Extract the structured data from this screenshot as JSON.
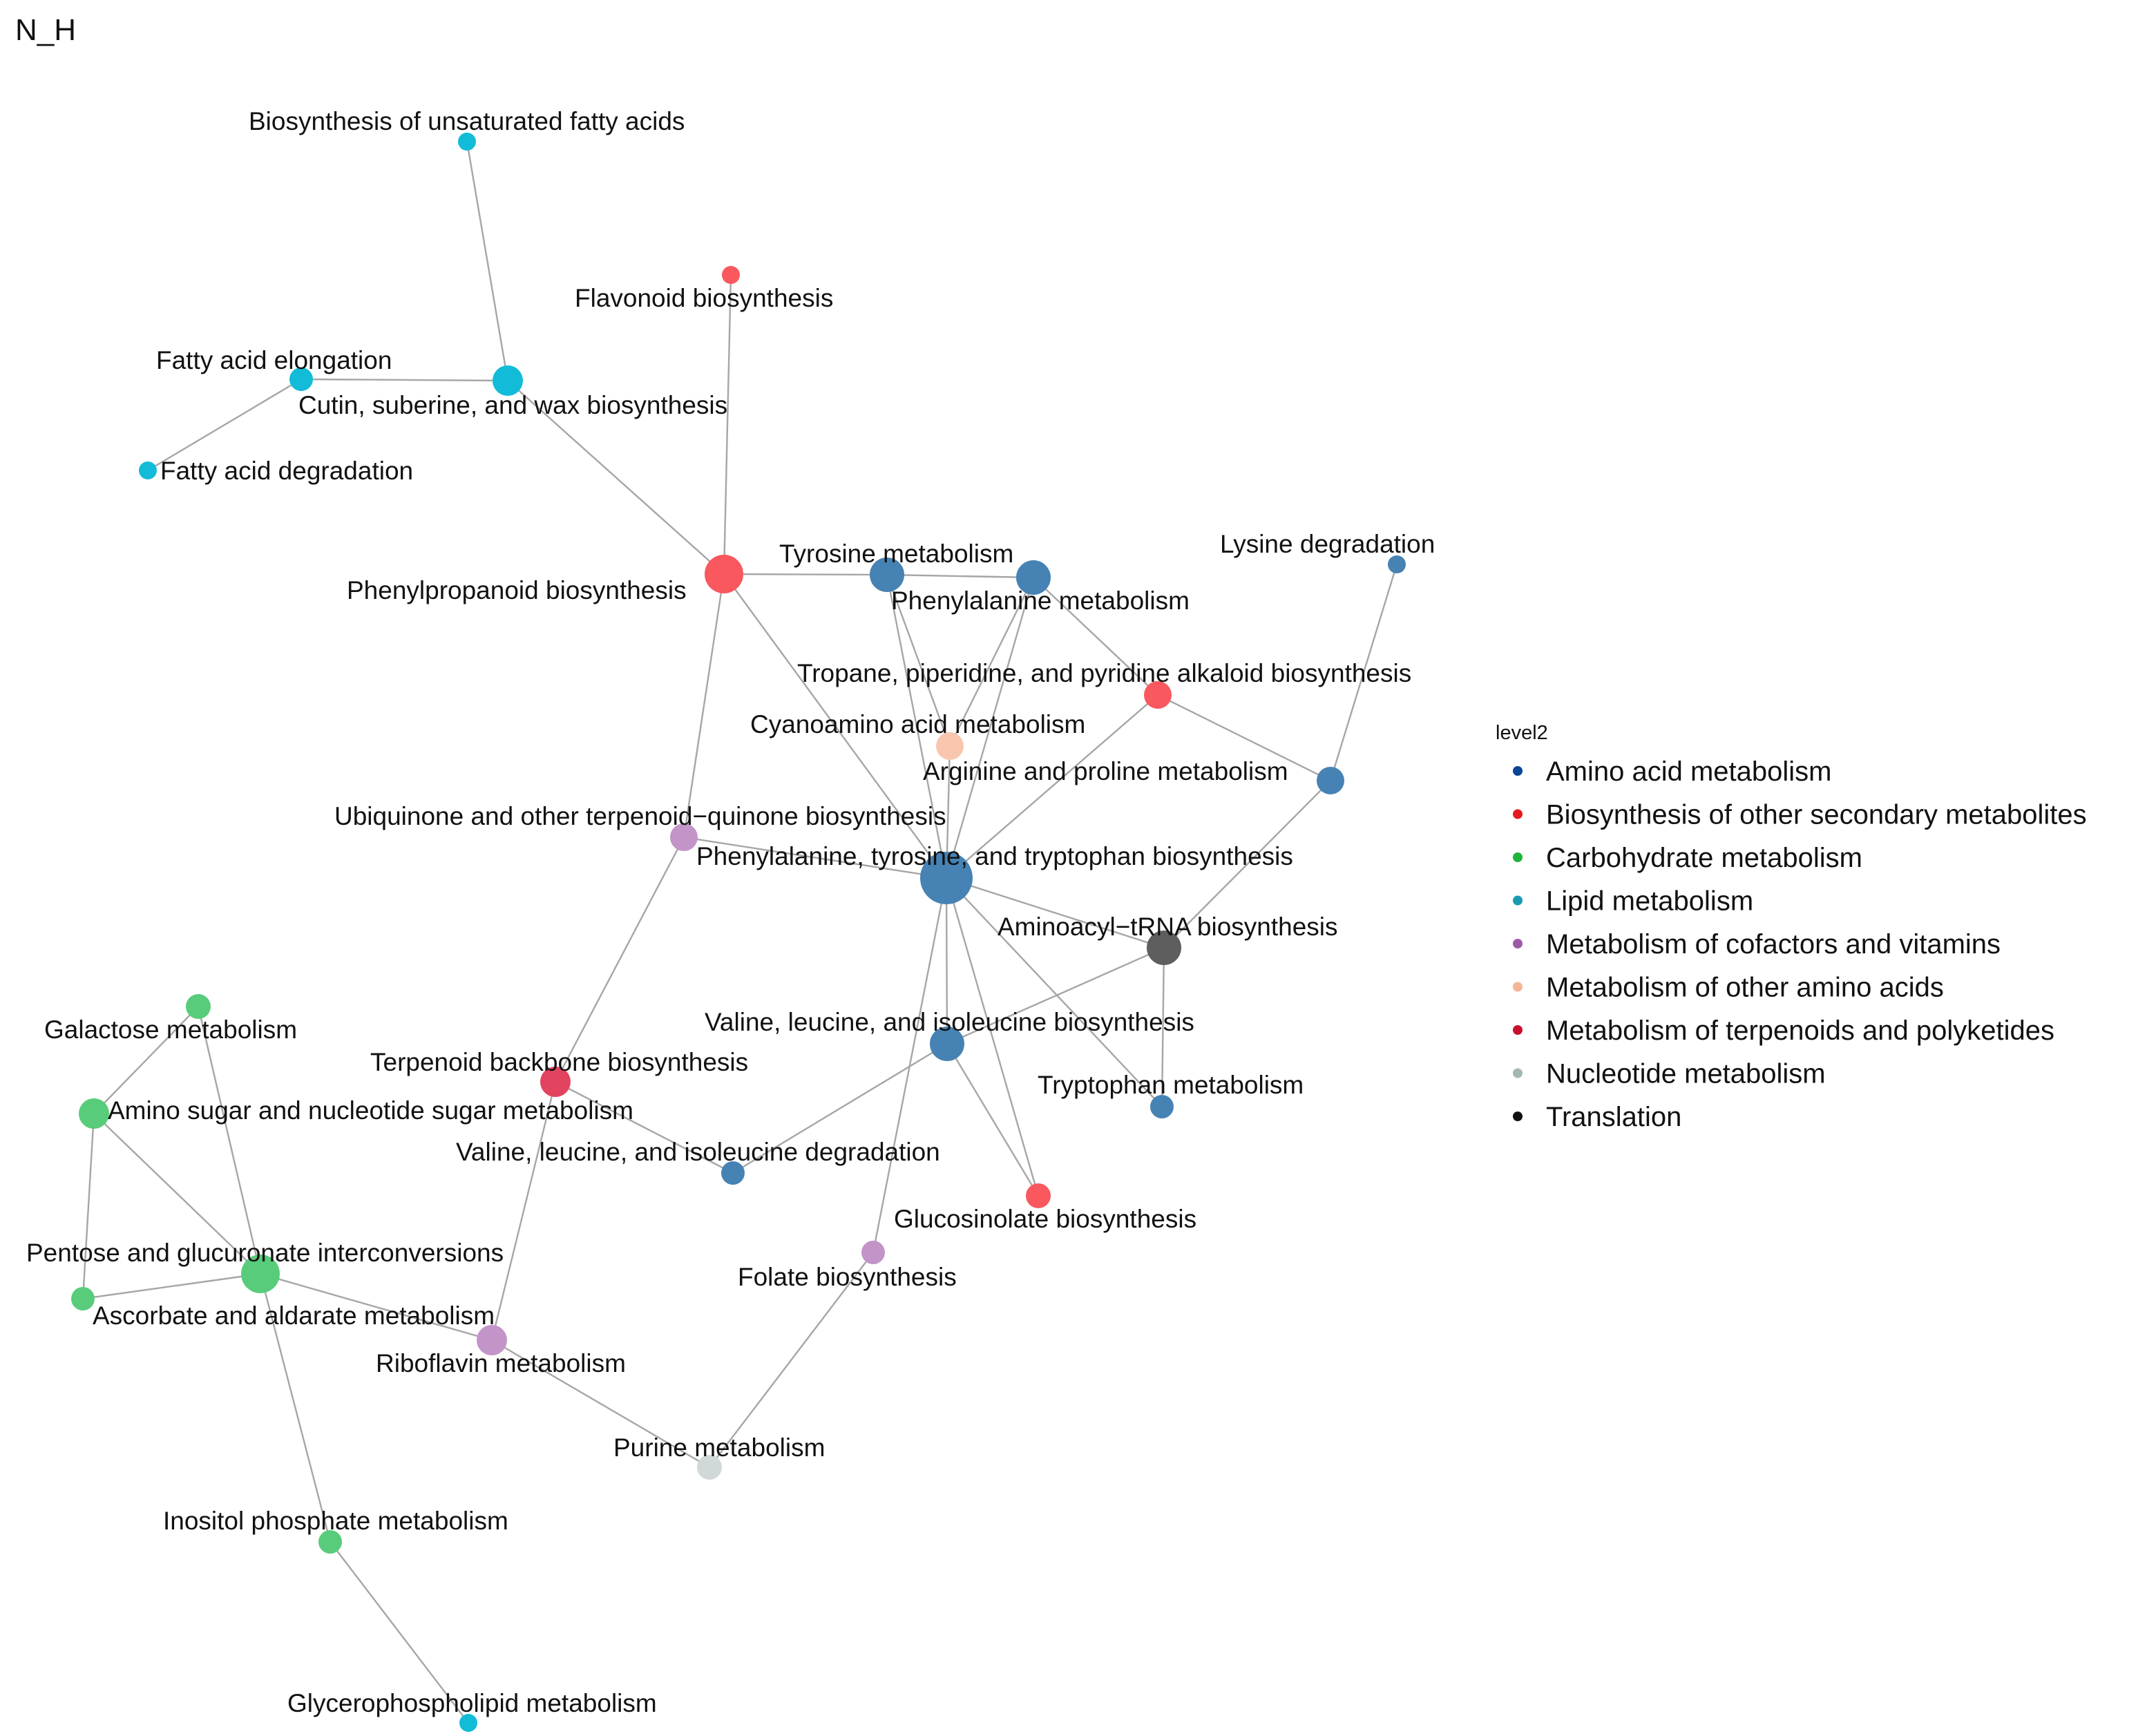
{
  "panel_title": "N_H",
  "legend": {
    "title": "level2",
    "entries": [
      {
        "label": "Amino acid metabolism",
        "color": "#084594"
      },
      {
        "label": "Biosynthesis of other secondary metabolites",
        "color": "#e41a1c"
      },
      {
        "label": "Carbohydrate metabolism",
        "color": "#1fb33a"
      },
      {
        "label": "Lipid metabolism",
        "color": "#1a9ab5"
      },
      {
        "label": "Metabolism of cofactors and vitamins",
        "color": "#9e5aa8"
      },
      {
        "label": "Metabolism of other amino acids",
        "color": "#f5b597"
      },
      {
        "label": "Metabolism of terpenoids and polyketides",
        "color": "#c8102e"
      },
      {
        "label": "Nucleotide metabolism",
        "color": "#a3b8b5"
      },
      {
        "label": "Translation",
        "color": "#111111"
      }
    ]
  },
  "node_colors": {
    "Amino acid metabolism": "#4682b4",
    "Biosynthesis of other secondary metabolites": "#f8585e",
    "Carbohydrate metabolism": "#58cc7a",
    "Lipid metabolism": "#12bcd8",
    "Metabolism of cofactors and vitamins": "#c294c8",
    "Metabolism of other amino acids": "#f8c6ae",
    "Metabolism of terpenoids and polyketides": "#e2435f",
    "Nucleotide metabolism": "#d0d9d8",
    "Translation": "#5e5e5e"
  },
  "nodes": [
    {
      "id": "bufa",
      "label": "Biosynthesis of unsaturated fatty acids",
      "category": "Lipid metabolism"
    },
    {
      "id": "flav",
      "label": "Flavonoid biosynthesis",
      "category": "Biosynthesis of other secondary metabolites"
    },
    {
      "id": "fael",
      "label": "Fatty acid elongation",
      "category": "Lipid metabolism"
    },
    {
      "id": "cuti",
      "label": "Cutin, suberine, and wax biosynthesis",
      "category": "Lipid metabolism"
    },
    {
      "id": "fadg",
      "label": "Fatty acid degradation",
      "category": "Lipid metabolism"
    },
    {
      "id": "phpr",
      "label": "Phenylpropanoid biosynthesis",
      "category": "Biosynthesis of other secondary metabolites"
    },
    {
      "id": "tyro",
      "label": "Tyrosine metabolism",
      "category": "Amino acid metabolism"
    },
    {
      "id": "phen",
      "label": "Phenylalanine metabolism",
      "category": "Amino acid metabolism"
    },
    {
      "id": "lysi",
      "label": "Lysine degradation",
      "category": "Amino acid metabolism"
    },
    {
      "id": "trop",
      "label": "Tropane, piperidine, and pyridine alkaloid biosynthesis",
      "category": "Biosynthesis of other secondary metabolites"
    },
    {
      "id": "cyan",
      "label": "Cyanoamino acid metabolism",
      "category": "Metabolism of other amino acids"
    },
    {
      "id": "argi",
      "label": "Arginine and proline metabolism",
      "category": "Amino acid metabolism"
    },
    {
      "id": "ubiq",
      "label": "Ubiquinone and other terpenoid−quinone biosynthesis",
      "category": "Metabolism of cofactors and vitamins"
    },
    {
      "id": "ptt",
      "label": "Phenylalanine, tyrosine, and tryptophan biosynthesis",
      "category": "Amino acid metabolism"
    },
    {
      "id": "amtr",
      "label": "Aminoacyl−tRNA biosynthesis",
      "category": "Translation"
    },
    {
      "id": "vlib",
      "label": "Valine, leucine, and isoleucine biosynthesis",
      "category": "Amino acid metabolism"
    },
    {
      "id": "tryp",
      "label": "Tryptophan metabolism",
      "category": "Amino acid metabolism"
    },
    {
      "id": "gala",
      "label": "Galactose metabolism",
      "category": "Carbohydrate metabolism"
    },
    {
      "id": "terp",
      "label": "Terpenoid backbone biosynthesis",
      "category": "Metabolism of terpenoids and polyketides"
    },
    {
      "id": "amin",
      "label": "Amino sugar and nucleotide sugar metabolism",
      "category": "Carbohydrate metabolism"
    },
    {
      "id": "vlid",
      "label": "Valine, leucine, and isoleucine degradation",
      "category": "Amino acid metabolism"
    },
    {
      "id": "gluc",
      "label": "Glucosinolate biosynthesis",
      "category": "Biosynthesis of other secondary metabolites"
    },
    {
      "id": "pent",
      "label": "Pentose and glucuronate interconversions",
      "category": "Carbohydrate metabolism"
    },
    {
      "id": "fola",
      "label": "Folate biosynthesis",
      "category": "Metabolism of cofactors and vitamins"
    },
    {
      "id": "asco",
      "label": "Ascorbate and aldarate metabolism",
      "category": "Carbohydrate metabolism"
    },
    {
      "id": "ribo",
      "label": "Riboflavin metabolism",
      "category": "Metabolism of cofactors and vitamins"
    },
    {
      "id": "puri",
      "label": "Purine metabolism",
      "category": "Nucleotide metabolism"
    },
    {
      "id": "inos",
      "label": "Inositol phosphate metabolism",
      "category": "Carbohydrate metabolism"
    },
    {
      "id": "glyc",
      "label": "Glycerophospholipid metabolism",
      "category": "Lipid metabolism"
    }
  ],
  "edges": [
    [
      "bufa",
      "cuti"
    ],
    [
      "fael",
      "cuti"
    ],
    [
      "fael",
      "fadg"
    ],
    [
      "cuti",
      "phpr"
    ],
    [
      "flav",
      "phpr"
    ],
    [
      "phpr",
      "tyro"
    ],
    [
      "phpr",
      "ptt"
    ],
    [
      "phpr",
      "ubiq"
    ],
    [
      "tyro",
      "phen"
    ],
    [
      "tyro",
      "cyan"
    ],
    [
      "tyro",
      "ptt"
    ],
    [
      "phen",
      "cyan"
    ],
    [
      "phen",
      "ptt"
    ],
    [
      "phen",
      "trop"
    ],
    [
      "trop",
      "argi"
    ],
    [
      "trop",
      "ptt"
    ],
    [
      "lysi",
      "argi"
    ],
    [
      "argi",
      "amtr"
    ],
    [
      "ubiq",
      "ptt"
    ],
    [
      "ubiq",
      "terp"
    ],
    [
      "ptt",
      "cyan"
    ],
    [
      "ptt",
      "amtr"
    ],
    [
      "ptt",
      "vlib"
    ],
    [
      "ptt",
      "tryp"
    ],
    [
      "ptt",
      "gluc"
    ],
    [
      "ptt",
      "fola"
    ],
    [
      "amtr",
      "tryp"
    ],
    [
      "amtr",
      "vlib"
    ],
    [
      "vlib",
      "vlid"
    ],
    [
      "vlib",
      "gluc"
    ],
    [
      "terp",
      "vlid"
    ],
    [
      "terp",
      "ribo"
    ],
    [
      "gala",
      "amin"
    ],
    [
      "gala",
      "pent"
    ],
    [
      "amin",
      "pent"
    ],
    [
      "amin",
      "asco"
    ],
    [
      "pent",
      "asco"
    ],
    [
      "pent",
      "ribo"
    ],
    [
      "pent",
      "inos"
    ],
    [
      "ribo",
      "puri"
    ],
    [
      "fola",
      "puri"
    ],
    [
      "inos",
      "glyc"
    ]
  ]
}
